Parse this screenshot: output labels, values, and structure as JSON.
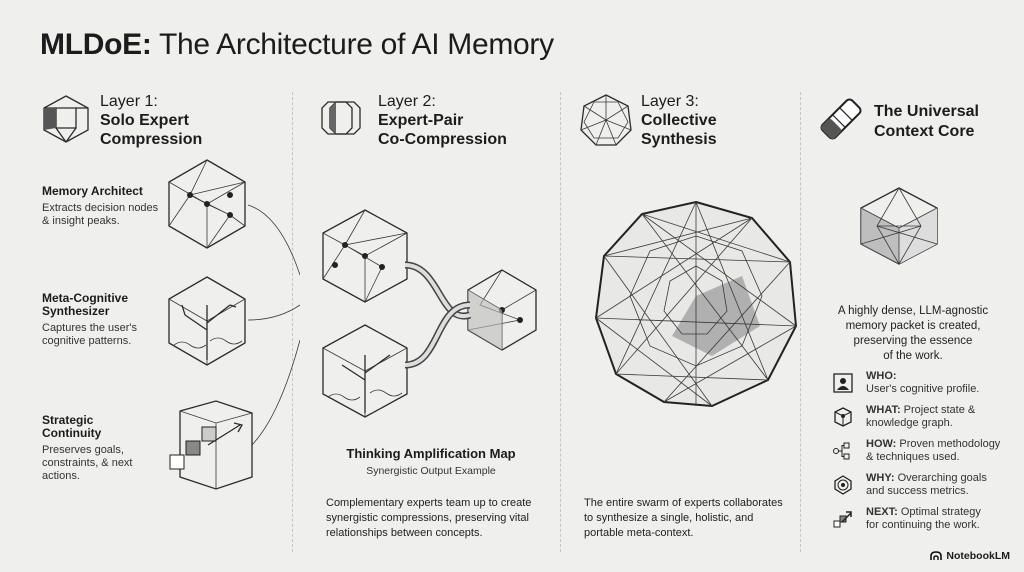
{
  "title": {
    "bold": "MLDoE:",
    "rest": " The Architecture of AI Memory"
  },
  "layer1": {
    "label": "Layer 1:",
    "name1": "Solo Expert",
    "name2": "Compression",
    "roles": [
      {
        "title1": "Memory Architect",
        "title2": "",
        "desc1": "Extracts decision nodes",
        "desc2": "& insight peaks.",
        "desc3": ""
      },
      {
        "title1": "Meta-Cognitive",
        "title2": "Synthesizer",
        "desc1": "Captures the user's",
        "desc2": "cognitive patterns.",
        "desc3": ""
      },
      {
        "title1": "Strategic",
        "title2": "Continuity",
        "desc1": "Preserves goals,",
        "desc2": "constraints, & next",
        "desc3": "actions."
      }
    ]
  },
  "layer2": {
    "label": "Layer 2:",
    "name1": "Expert-Pair",
    "name2": "Co-Compression",
    "map_title": "Thinking Amplification Map",
    "map_sub": "Synergistic Output Example",
    "desc1": "Complementary experts team up to create",
    "desc2": "synergistic compressions, preserving vital",
    "desc3": "relationships between concepts."
  },
  "layer3": {
    "label": "Layer 3:",
    "name1": "Collective",
    "name2": "Synthesis",
    "desc1": "The entire swarm of experts collaborates",
    "desc2": "to synthesize a single, holistic, and",
    "desc3": "portable meta-context."
  },
  "core": {
    "title1": "The Universal",
    "title2": "Context Core",
    "desc1": "A highly dense, LLM-agnostic",
    "desc2": "memory packet is created,",
    "desc3": "preserving the essence",
    "desc4": "of the work.",
    "items": [
      {
        "label": "WHO:",
        "line1": "",
        "line2": "User's cognitive profile.",
        "icon": "user-icon"
      },
      {
        "label": "WHAT:",
        "line1": " Project state &",
        "line2": "knowledge graph.",
        "icon": "cube-icon"
      },
      {
        "label": "HOW:",
        "line1": " Proven methodology",
        "line2": "& techniques used.",
        "icon": "flow-icon"
      },
      {
        "label": "WHY:",
        "line1": " Overarching goals",
        "line2": "and success metrics.",
        "icon": "target-icon"
      },
      {
        "label": "NEXT:",
        "line1": " Optimal strategy",
        "line2": "for continuing the work.",
        "icon": "arrow-icon"
      }
    ]
  },
  "brand": "NotebookLM",
  "colors": {
    "background": "#efefed",
    "ink": "#1c1c1c",
    "divider": "#c4c4c0"
  }
}
